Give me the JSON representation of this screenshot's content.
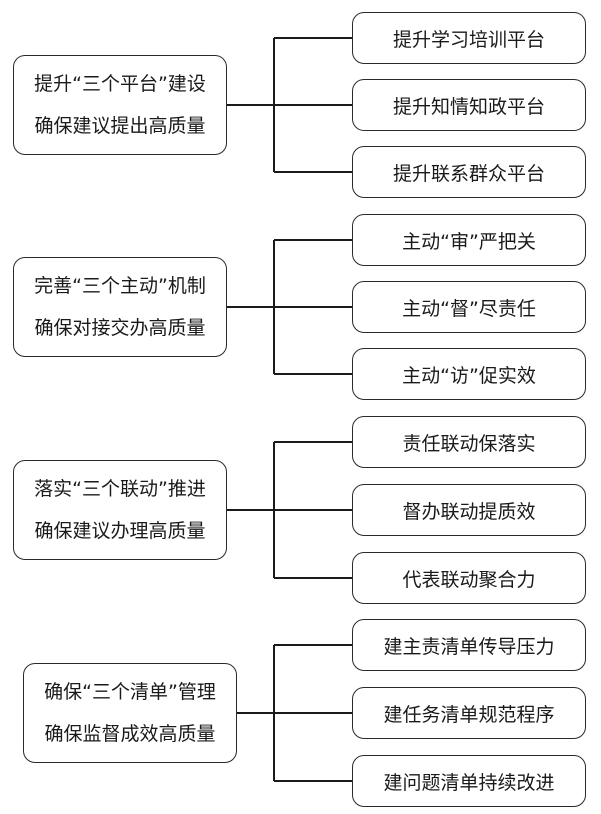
{
  "groups": [
    {
      "title_line1": "提升“三个平台”建设",
      "title_line2": "确保建议提出高质量",
      "items": [
        "提升学习培训平台",
        "提升知情知政平台",
        "提升联系群众平台"
      ]
    },
    {
      "title_line1": "完善“三个主动”机制",
      "title_line2": "确保对接交办高质量",
      "items": [
        "主动“审”严把关",
        "主动“督”尽责任",
        "主动“访”促实效"
      ]
    },
    {
      "title_line1": "落实“三个联动”推进",
      "title_line2": "确保建议办理高质量",
      "items": [
        "责任联动保落实",
        "督办联动提质效",
        "代表联动聚合力"
      ]
    },
    {
      "title_line1": "确保“三个清单”管理",
      "title_line2": "确保监督成效高质量",
      "items": [
        "建主责清单传导压力",
        "建任务清单规范程序",
        "建问题清单持续改进"
      ]
    }
  ]
}
